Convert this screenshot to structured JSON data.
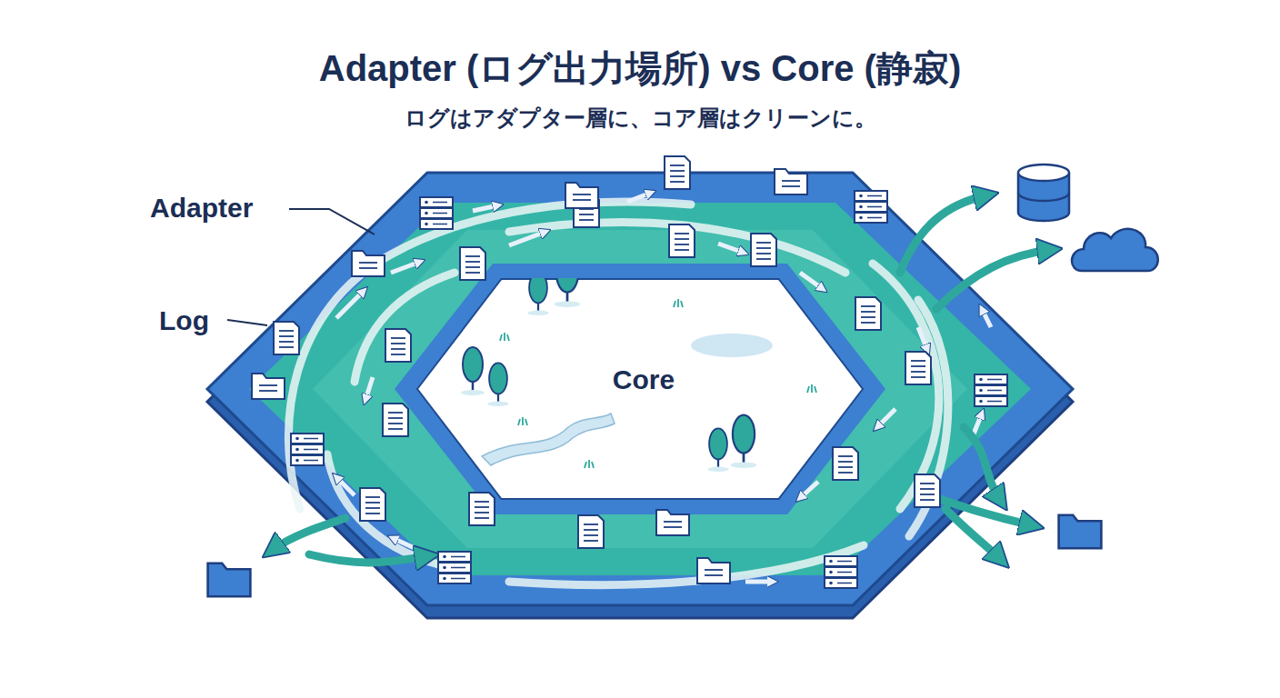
{
  "diagram": {
    "title": "Adapter (ログ出力場所) vs Core (静寂)",
    "caption": "ログはアダプター層に、コア層はクリーンに。",
    "nodes": [
      {
        "text": [
          "Core"
        ]
      }
    ],
    "labels": [
      "Adapter",
      "Log"
    ]
  }
}
